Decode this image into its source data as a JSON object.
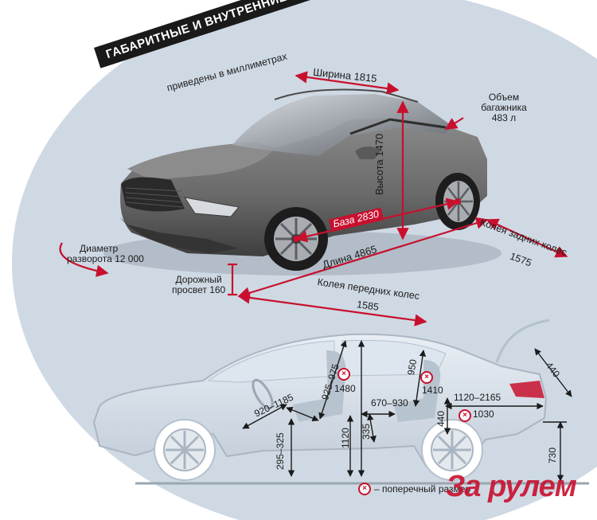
{
  "header": {
    "title": "ГАБАРИТНЫЕ И ВНУТРЕННИЕ РАЗМЕРЫ",
    "subtitle": "приведены в миллиметрах"
  },
  "exterior": {
    "width": "Ширина 1815",
    "height": "Высота 1470",
    "trunk_line1": "Объем",
    "trunk_line2": "багажника",
    "trunk_line3": "483 л",
    "wheelbase": "База 2830",
    "length": "Длина 4865",
    "rear_track_line1": "Колея задних колес",
    "rear_track_line2": "1575",
    "front_track_line1": "Колея передних колес",
    "front_track_line2": "1585",
    "turning_line1": "Диаметр",
    "turning_line2": "разворота 12 000",
    "clearance_line1": "Дорожный",
    "clearance_line2": "просвет 160"
  },
  "interior": {
    "d_920_1185": "920–1185",
    "d_925_975": "925–975",
    "d_1480": "1480",
    "d_950": "950",
    "d_1410": "1410",
    "d_670_930": "670–930",
    "d_1120_2165": "1120–2165",
    "d_440_trunk": "440",
    "d_440_sill": "440",
    "d_1030": "1030",
    "d_295_325": "295–325",
    "d_1120": "1120",
    "d_335": "335",
    "d_730": "730"
  },
  "legend": {
    "text": "– поперечный размер"
  },
  "brand": {
    "logo": "За рулем"
  },
  "colors": {
    "accent": "#c8102e",
    "backdrop": "#cfd9e4",
    "car_body": "#6e6e6e",
    "outline": "#b8c4d0"
  }
}
